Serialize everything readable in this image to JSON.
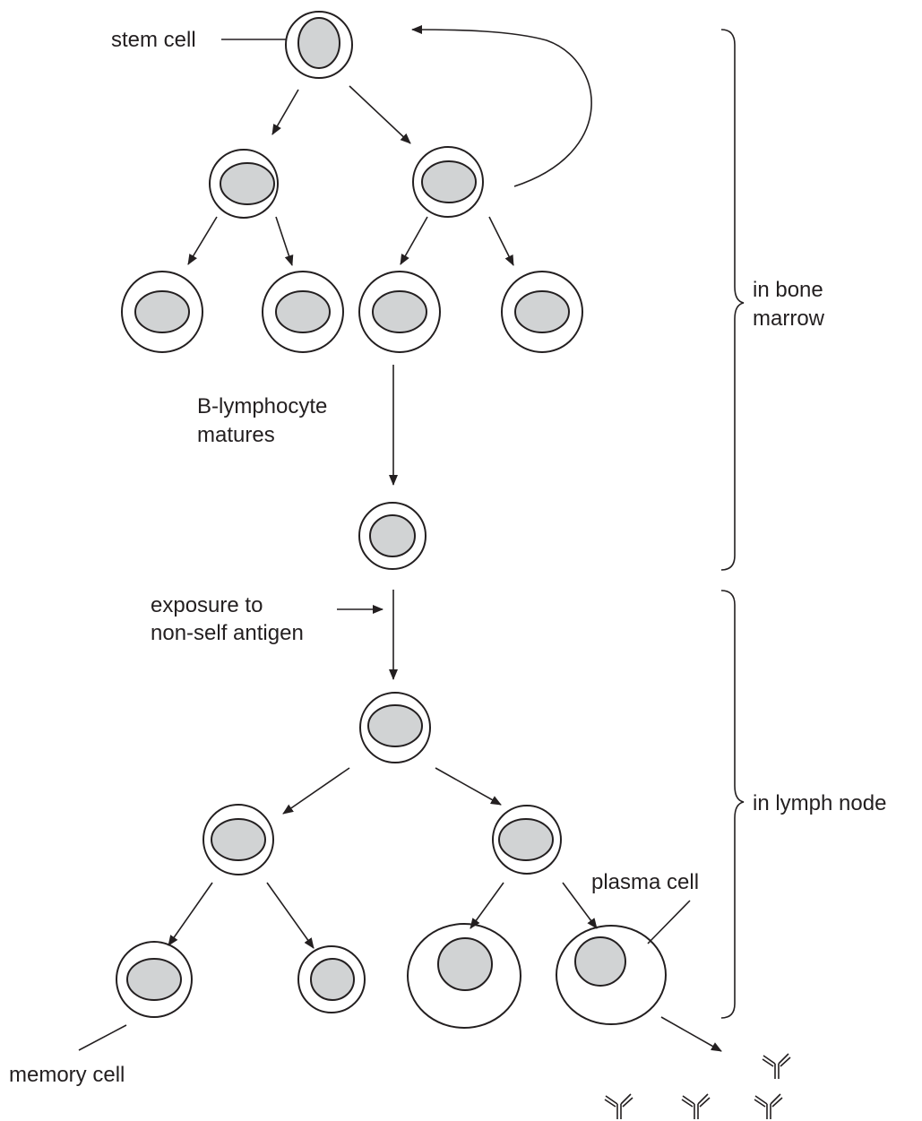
{
  "labels": {
    "stem_cell": "stem cell",
    "b_lymphocyte_line1": "B-lymphocyte",
    "b_lymphocyte_line2": "matures",
    "exposure_line1": "exposure to",
    "exposure_line2": "non-self antigen",
    "plasma_cell": "plasma cell",
    "memory_cell": "memory cell",
    "bone_marrow_line1": "in bone",
    "bone_marrow_line2": "marrow",
    "lymph_node": "in lymph node"
  },
  "colors": {
    "stroke": "#231f20",
    "nucleus_fill": "#d1d3d4",
    "cell_fill": "#ffffff"
  }
}
